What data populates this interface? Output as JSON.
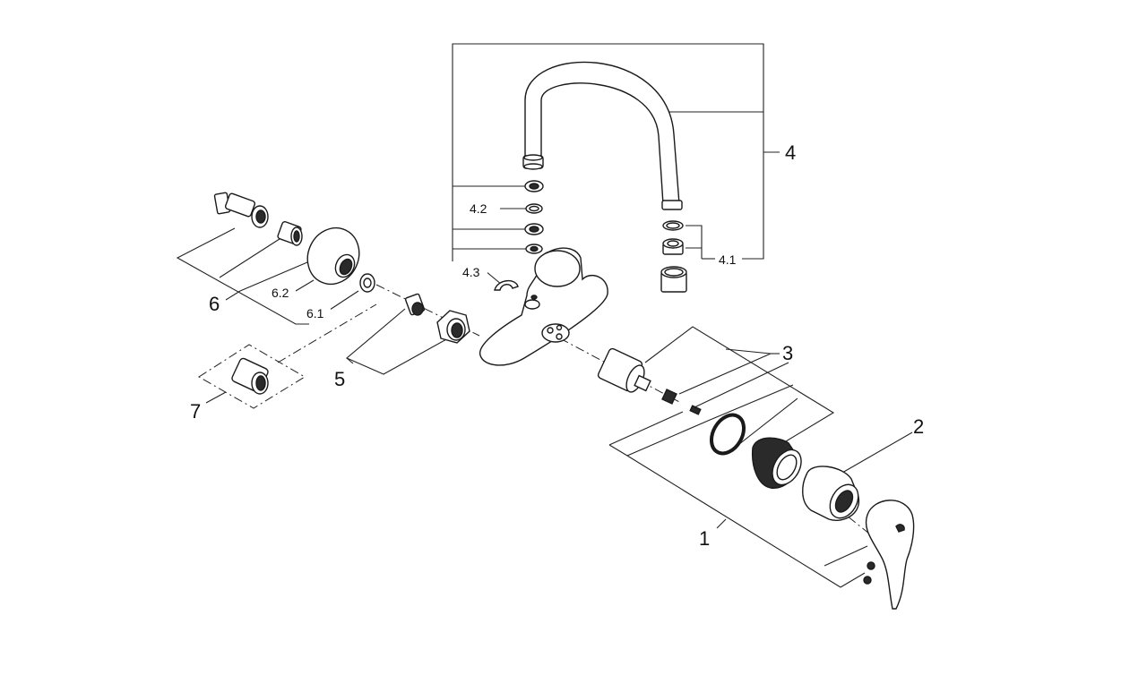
{
  "callouts": {
    "c1": "1",
    "c2": "2",
    "c3": "3",
    "c4": "4",
    "c4_1": "4.1",
    "c4_2": "4.2",
    "c4_3": "4.3",
    "c5": "5",
    "c6": "6",
    "c6_1": "6.1",
    "c6_2": "6.2",
    "c7": "7"
  }
}
